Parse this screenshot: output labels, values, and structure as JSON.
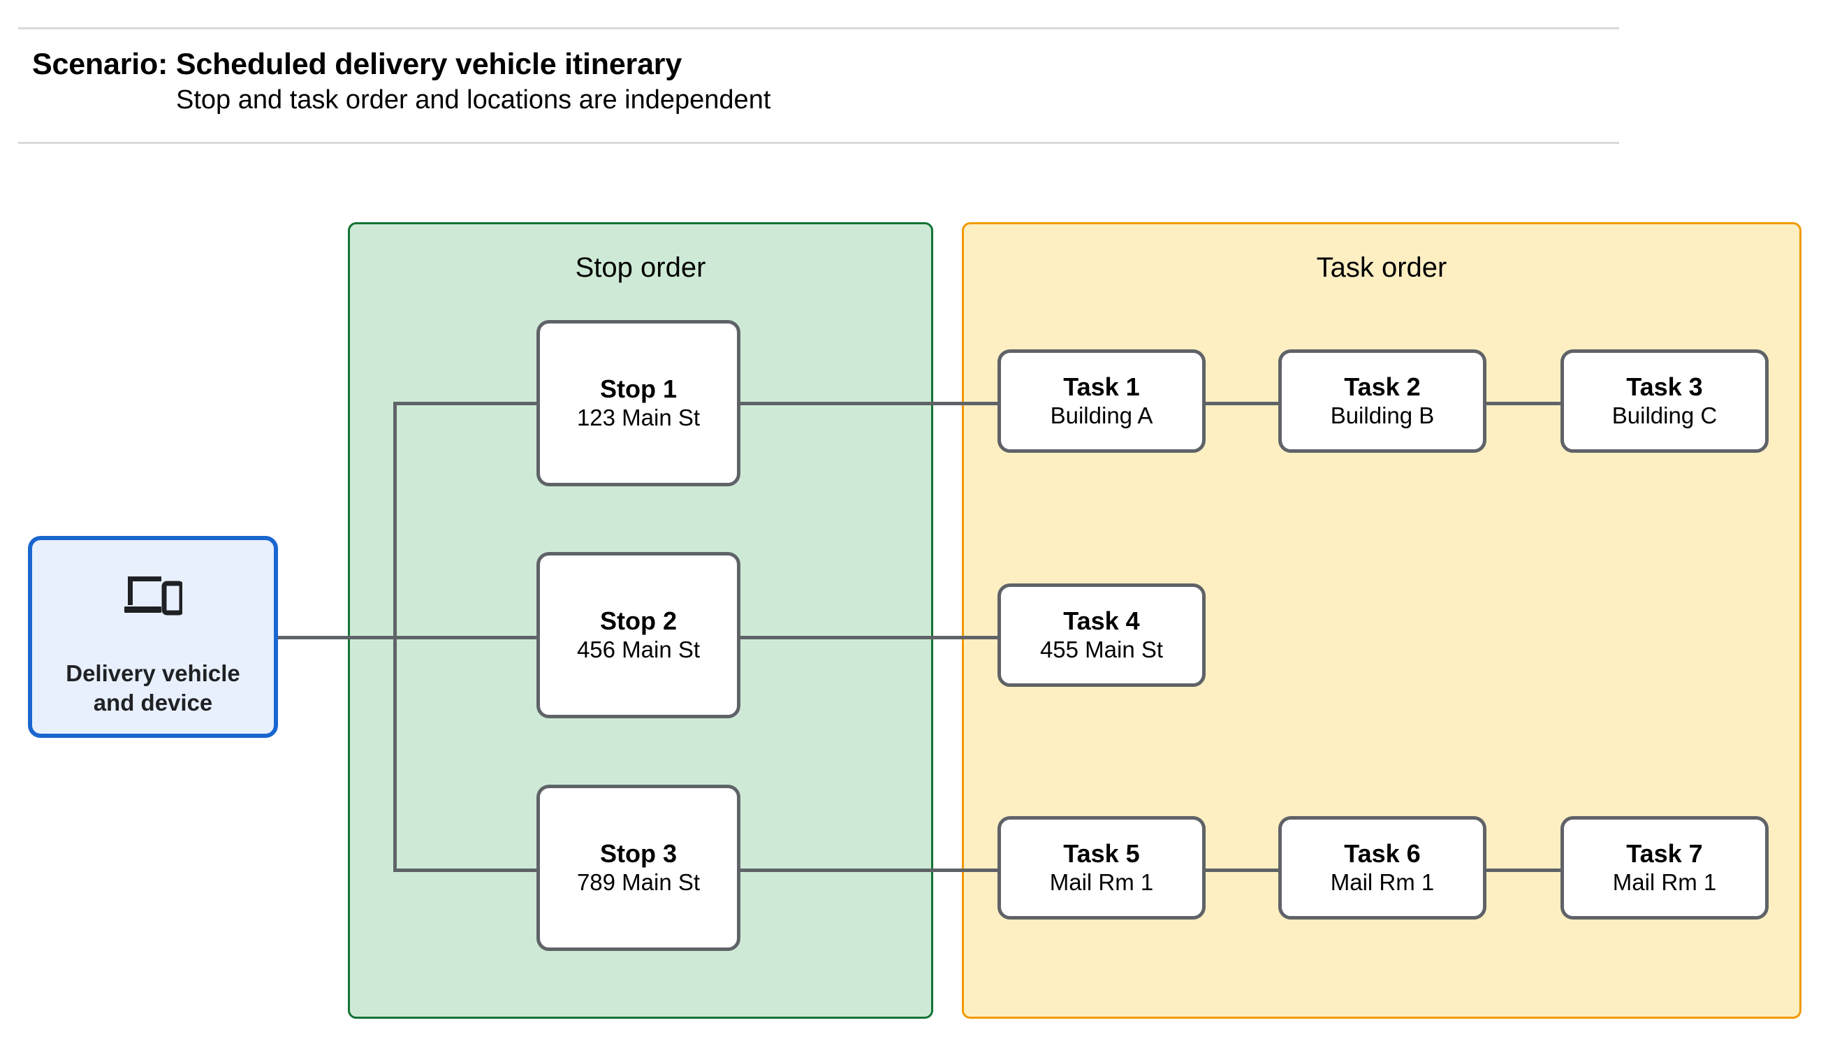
{
  "header": {
    "title": "Scenario: Scheduled delivery vehicle itinerary",
    "subtitle": "Stop and task order and locations are independent"
  },
  "source": {
    "icon": "devices-icon",
    "label": "Delivery vehicle\nand device",
    "border_color": "#1a66d0",
    "fill_color": "#e8f0fe"
  },
  "lanes": {
    "stop": {
      "title": "Stop order",
      "fill_color": "#ceead6",
      "border_color": "#137333"
    },
    "task": {
      "title": "Task order",
      "fill_color": "#feefc3",
      "border_color": "#f29900"
    }
  },
  "stops": [
    {
      "title": "Stop 1",
      "location": "123 Main St"
    },
    {
      "title": "Stop 2",
      "location": "456 Main St"
    },
    {
      "title": "Stop 3",
      "location": "789 Main St"
    }
  ],
  "task_rows": [
    [
      {
        "title": "Task 1",
        "location": "Building A"
      },
      {
        "title": "Task 2",
        "location": "Building B"
      },
      {
        "title": "Task 3",
        "location": "Building C"
      }
    ],
    [
      {
        "title": "Task 4",
        "location": "455 Main St"
      }
    ],
    [
      {
        "title": "Task 5",
        "location": "Mail Rm 1"
      },
      {
        "title": "Task 6",
        "location": "Mail Rm 1"
      },
      {
        "title": "Task 7",
        "location": "Mail Rm 1"
      }
    ]
  ],
  "connector_color": "#5f6368"
}
